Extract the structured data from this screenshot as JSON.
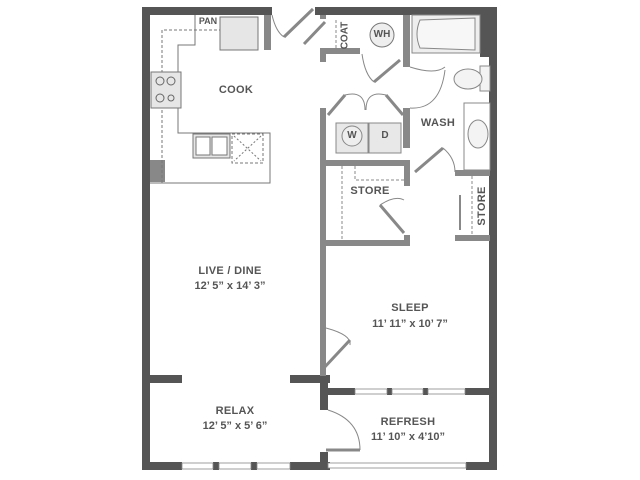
{
  "plan": {
    "wall_color": "#555555",
    "interior_wall_color": "#888888",
    "fixture_color": "#e6e6e6",
    "rooms": [
      {
        "name": "COOK",
        "dimensions": ""
      },
      {
        "name": "LIVE / DINE",
        "dimensions": "12’ 5” x 14’ 3”"
      },
      {
        "name": "SLEEP",
        "dimensions": "11’ 11” x 10’ 7”"
      },
      {
        "name": "RELAX",
        "dimensions": "12’ 5” x 5’ 6”"
      },
      {
        "name": "REFRESH",
        "dimensions": "11’ 10” x 4’10”"
      },
      {
        "name": "WASH",
        "dimensions": ""
      },
      {
        "name": "STORE",
        "dimensions": ""
      },
      {
        "name": "STORE",
        "dimensions": ""
      },
      {
        "name": "COAT",
        "dimensions": ""
      }
    ],
    "fixtures": {
      "pantry": "PAN",
      "water_heater": "WH",
      "washer": "W",
      "dryer": "D"
    }
  }
}
